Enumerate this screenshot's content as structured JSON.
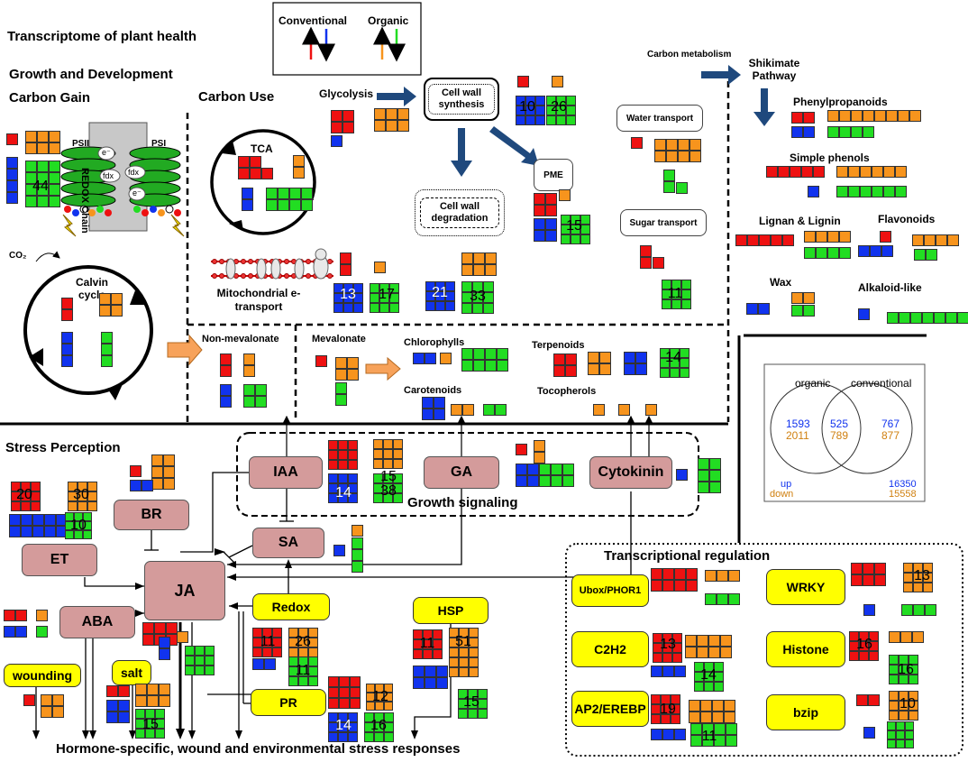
{
  "title": "Transcriptome of plant health",
  "sections": {
    "growth": "Growth and Development",
    "carbon_gain": "Carbon Gain",
    "carbon_use": "Carbon Use",
    "stress": "Stress Perception",
    "growth_signaling": "Growth signaling",
    "transcriptional": "Transcriptional regulation",
    "bottom": "Hormone-specific, wound and environmental stress responses"
  },
  "legend": {
    "conventional": "Conventional",
    "organic": "Organic"
  },
  "colors": {
    "red": "#ee1111",
    "blue": "#1133ee",
    "orange": "#f7941d",
    "green": "#22dd22",
    "hormone": "#d49b9b",
    "yellow": "#ffff00",
    "arrow": "#1f497d"
  },
  "labels": {
    "psii": "PSII",
    "psi": "PSI",
    "redox_chain": "REDOX Chain",
    "e1": "e⁻",
    "e2": "e⁻",
    "fdx1": "fdx",
    "fdx2": "fdx",
    "co2": "CO₂",
    "calvin": "Calvin cycle",
    "tca": "TCA",
    "glycolysis": "Glycolysis",
    "cell_wall_synthesis": "Cell wall synthesis",
    "cell_wall_degradation": "Cell wall degradation",
    "pme": "PME",
    "mito": "Mitochondrial e- transport",
    "water": "Water transport",
    "sugar": "Sugar transport",
    "carbon_metab": "Carbon metabolism",
    "shikimate": "Shikimate Pathway",
    "phenylpropanoids": "Phenylpropanoids",
    "simple_phenols": "Simple phenols",
    "lignan": "Lignan & Lignin",
    "flavonoids": "Flavonoids",
    "wax": "Wax",
    "alkaloid": "Alkaloid-like",
    "non_mevalonate": "Non-mevalonate",
    "mevalonate": "Mevalonate",
    "chlorophylls": "Chlorophylls",
    "carotenoids": "Carotenoids",
    "terpenoids": "Terpenoids",
    "tocopherols": "Tocopherols"
  },
  "hormones": {
    "iaa": "IAA",
    "ga": "GA",
    "cytokinin": "Cytokinin",
    "br": "BR",
    "sa": "SA",
    "et": "ET",
    "ja": "JA",
    "aba": "ABA"
  },
  "stress_boxes": {
    "redox": "Redox",
    "hsp": "HSP",
    "pr": "PR",
    "wounding": "wounding",
    "salt": "salt"
  },
  "tf_boxes": {
    "ubox": "Ubox/PHOR1",
    "wrky": "WRKY",
    "c2h2": "C2H2",
    "histone": "Histone",
    "ap2": "AP2/EREBP",
    "bzip": "bzip"
  },
  "venn": {
    "left_label": "organic",
    "right_label": "conventional",
    "left_up": "1593",
    "left_down": "2011",
    "mid_up": "525",
    "mid_down": "789",
    "right_up": "767",
    "right_down": "877",
    "up": "up",
    "down": "down",
    "total_up": "16350",
    "total_down": "15558"
  },
  "counts": {
    "n44": "44",
    "n10": "10",
    "n26": "26",
    "n15": "15",
    "n13": "13",
    "n17": "17",
    "n21": "21",
    "n33": "33",
    "n11": "11",
    "n14": "14",
    "iaa_n15": "15",
    "iaa_n14": "14",
    "iaa_n38": "38",
    "sp_20": "20",
    "sp_30": "30",
    "sp_10": "10",
    "rx_11": "11",
    "rx_26": "26",
    "rx_11b": "11",
    "hsp_11": "11",
    "hsp_51": "51",
    "hsp_15": "15",
    "pr_12": "12",
    "pr_14": "14",
    "pr_16": "16",
    "salt_15": "15",
    "wrky_13": "13",
    "c2h2_13": "13",
    "c2h2_14": "14",
    "hist_16": "16",
    "hist_16b": "16",
    "ap2_19": "19",
    "ap2_11": "11",
    "bzip_10": "10"
  }
}
